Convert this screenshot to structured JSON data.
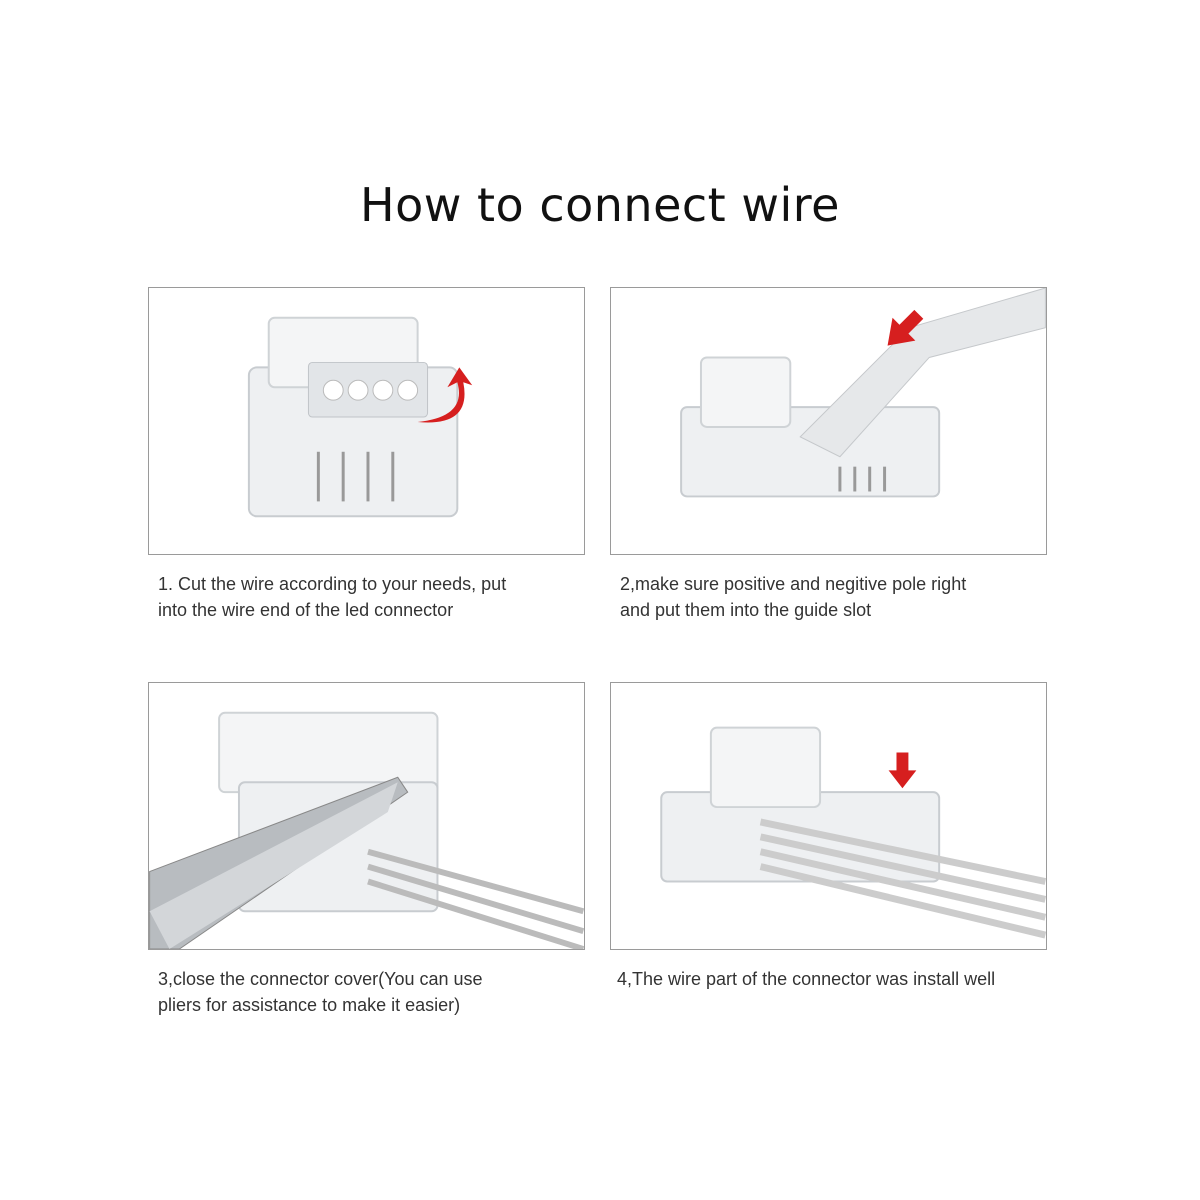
{
  "title": "How to connect wire",
  "steps": [
    {
      "line1": "1. Cut the wire according to your needs, put",
      "line2": "into the wire end of the led connector"
    },
    {
      "line1": "2,make sure positive and negitive pole right",
      "line2": "and put them into the guide slot"
    },
    {
      "line1": "3,close the connector cover(You can use",
      "line2": "pliers for assistance to make it easier)"
    },
    {
      "line1": "4,The wire part of the connector was install well",
      "line2": ""
    }
  ],
  "colors": {
    "arrow": "#d61f1f",
    "border": "#9a9a9a",
    "plastic": "#e9ecef"
  }
}
